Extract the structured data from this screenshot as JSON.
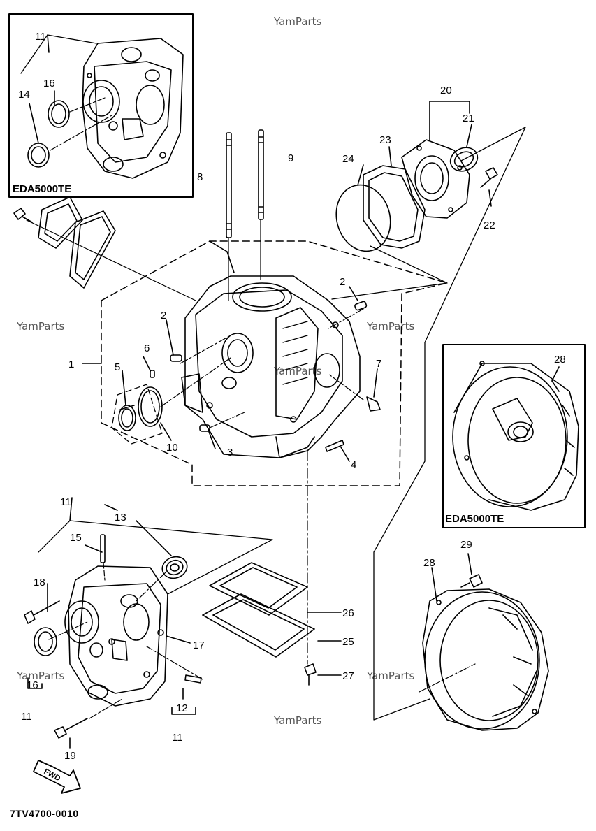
{
  "watermark": "YamParts",
  "diagram_code": "7TV4700-0010",
  "inset_labels": {
    "top_left": "EDA5000TE",
    "right": "EDA5000TE"
  },
  "fwd_label": "FWD",
  "callouts": {
    "c1": "1",
    "c2a": "2",
    "c2b": "2",
    "c3": "3",
    "c4": "4",
    "c5": "5",
    "c6": "6",
    "c7": "7",
    "c8": "8",
    "c9": "9",
    "c10": "10",
    "c11a": "11",
    "c11b": "11",
    "c11c": "11",
    "c11d": "11",
    "c12": "12",
    "c13": "13",
    "c14": "14",
    "c15": "15",
    "c16a": "16",
    "c16b": "16",
    "c17": "17",
    "c18": "18",
    "c19": "19",
    "c20": "20",
    "c21": "21",
    "c22": "22",
    "c23": "23",
    "c24": "24",
    "c25": "25",
    "c26": "26",
    "c27": "27",
    "c28a": "28",
    "c28b": "28",
    "c29": "29"
  }
}
